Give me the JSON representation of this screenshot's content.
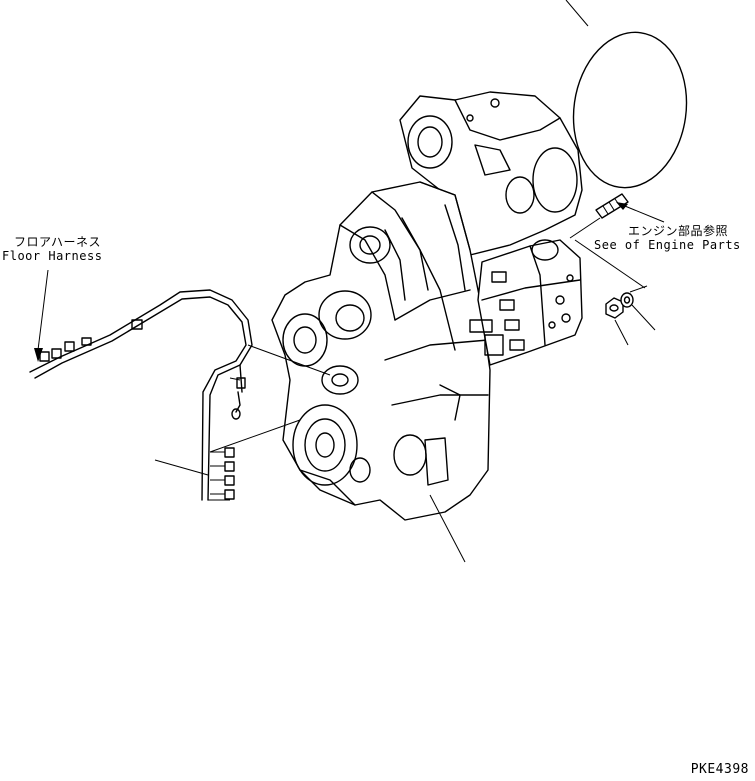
{
  "labels": {
    "floor_harness_jp": "フロアハーネス",
    "floor_harness_en": "Floor Harness",
    "engine_parts_jp": "エンジン部品参照",
    "engine_parts_en": "See of Engine Parts",
    "drawing_code": "PKE4398"
  }
}
